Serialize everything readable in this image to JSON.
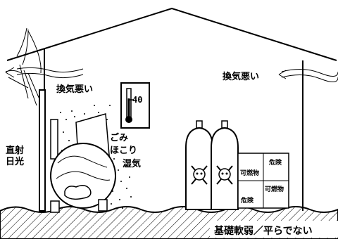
{
  "labels": {
    "vent_left": "換気悪い",
    "vent_right": "換気悪い",
    "sun_1": "直射",
    "sun_2": "日光",
    "dust_1": "ごみ",
    "dust_2": "ほこり",
    "humidity": "湿気",
    "temperature": "40",
    "ground": "基礎軟弱／平らでない",
    "box_danger_1": "危険",
    "box_flammable_1": "可燃物",
    "box_flammable_2": "可燃物",
    "box_danger_2": "危険"
  },
  "icons": [
    "sun-rays-icon",
    "wind-icon",
    "thermometer-icon",
    "skull-crossbones-icon",
    "gas-cylinder-icon",
    "fuel-tank-icon"
  ]
}
